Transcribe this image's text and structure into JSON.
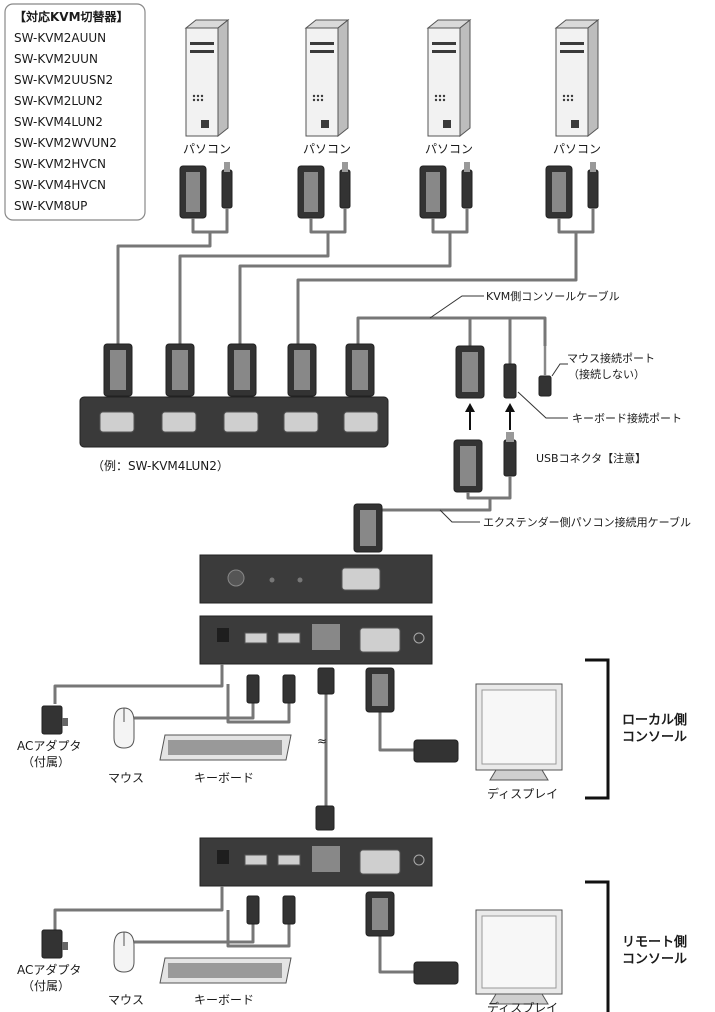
{
  "compatible_box": {
    "title": "【対応KVM切替器】",
    "models": [
      "SW-KVM2AUUN",
      "SW-KVM2UUN",
      "SW-KVM2UUSN2",
      "SW-KVM2LUN2",
      "SW-KVM4LUN2",
      "SW-KVM2WVUN2",
      "SW-KVM2HVCN",
      "SW-KVM4HVCN",
      "SW-KVM8UP"
    ]
  },
  "pc_label": "パソコン",
  "pc_count": 4,
  "labels": {
    "kvm_console_cable": "KVM側コンソールケーブル",
    "mouse_port": "マウス接続ポート",
    "mouse_port_note": "（接続しない）",
    "keyboard_port": "キーボード接続ポート",
    "usb_connector": "USBコネクタ【注意】",
    "switch_example": "（例：SW-KVM4LUN2）",
    "extender_pc_cable": "エクステンダー側パソコン接続用ケーブル",
    "ac_adapter": "ACアダプタ",
    "ac_adapter_note": "（付属）",
    "mouse": "マウス",
    "keyboard": "キーボード",
    "display": "ディスプレイ",
    "local_side": "ローカル側",
    "remote_side": "リモート側",
    "console": "コンソール",
    "approx": "≈"
  }
}
